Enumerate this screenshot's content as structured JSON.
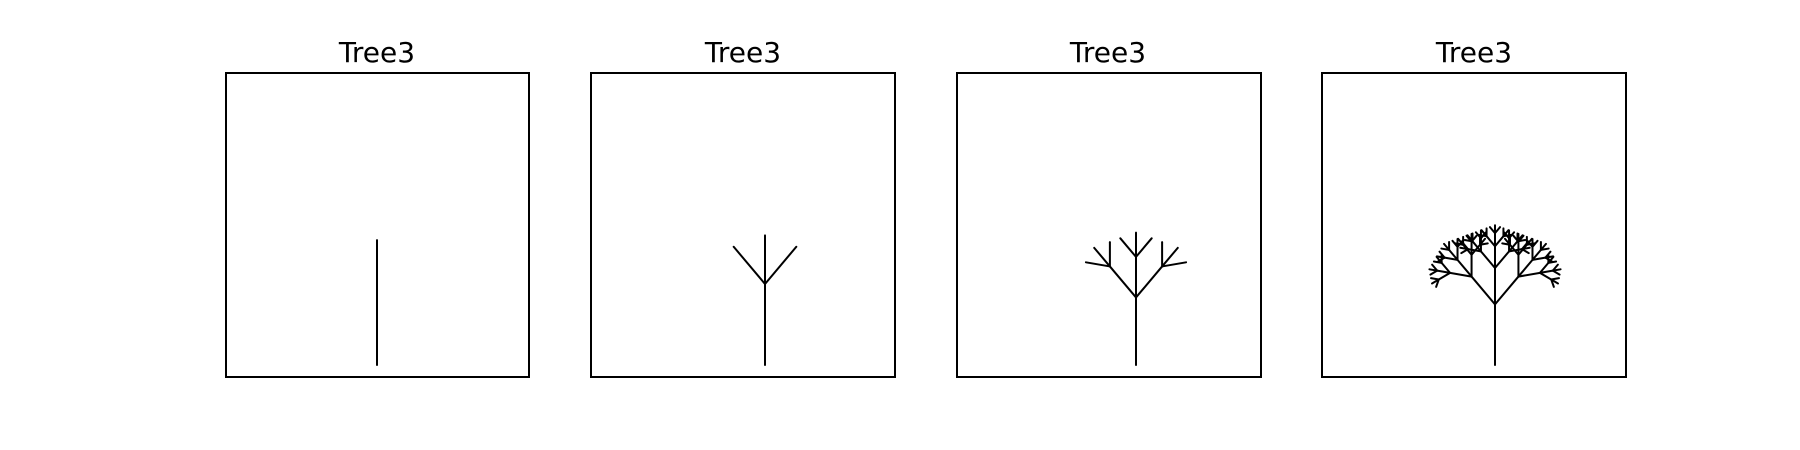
{
  "figure": {
    "panels": [
      {
        "title": "Tree3",
        "depth": 0
      },
      {
        "title": "Tree3",
        "depth": 1
      },
      {
        "title": "Tree3",
        "depth": 2
      },
      {
        "title": "Tree3",
        "depth": 4
      }
    ],
    "line_color": "#000000"
  }
}
